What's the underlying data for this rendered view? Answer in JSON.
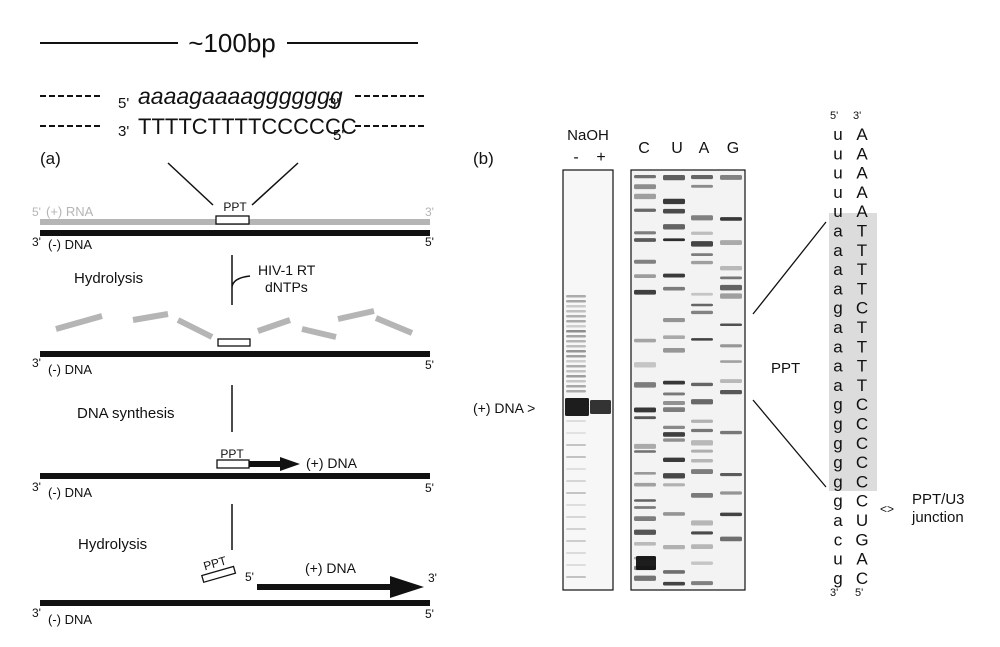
{
  "panel_a": {
    "label": "(a)",
    "scale_label": "~100bp",
    "top_strand": {
      "prime_left": "5'",
      "seq": "aaaagaaaaggggggg",
      "prime_right": "3'"
    },
    "bottom_strand": {
      "prime_left": "3'",
      "seq": "TTTTCTTTTCCCCCC",
      "prime_right": "5'"
    },
    "ppt_box_label": "PPT",
    "rna_label": "(+) RNA",
    "dna_minus_label": "(-) DNA",
    "dna_plus_label": "(+) DNA",
    "prime_3": "3'",
    "prime_5": "5'",
    "step_hydrolysis": "Hydrolysis",
    "enzyme_line1": "HIV-1 RT",
    "enzyme_line2": "dNTPs",
    "step_synthesis": "DNA synthesis"
  },
  "panel_b": {
    "label": "(b)",
    "naoh_label": "NaOH",
    "naoh_minus": "-",
    "naoh_plus": "+",
    "lanes": [
      "C",
      "U",
      "A",
      "G"
    ],
    "product_label": "(+) DNA >",
    "ppt_label": "PPT",
    "junction_line1": "PPT/U3",
    "junction_line2": "junction",
    "junction_marker": "<>",
    "prime_top_left": "5'",
    "prime_top_right": "3'",
    "prime_bottom_left": "3'",
    "prime_bottom_right": "5'",
    "rna_column": [
      "u",
      "u",
      "u",
      "u",
      "u",
      "a",
      "a",
      "a",
      "a",
      "g",
      "a",
      "a",
      "a",
      "a",
      "g",
      "g",
      "g",
      "g",
      "g",
      "g",
      "a",
      "c",
      "u",
      "g"
    ],
    "dna_column": [
      "A",
      "A",
      "A",
      "A",
      "A",
      "T",
      "T",
      "T",
      "T",
      "C",
      "T",
      "T",
      "T",
      "T",
      "C",
      "C",
      "C",
      "C",
      "C",
      "C",
      "U",
      "G",
      "A",
      "C"
    ],
    "ppt_highlight_range": [
      5,
      19
    ]
  },
  "colors": {
    "rna_gray": "#b5b5b5",
    "highlight": "#dcdcdc",
    "ink": "#111111"
  }
}
